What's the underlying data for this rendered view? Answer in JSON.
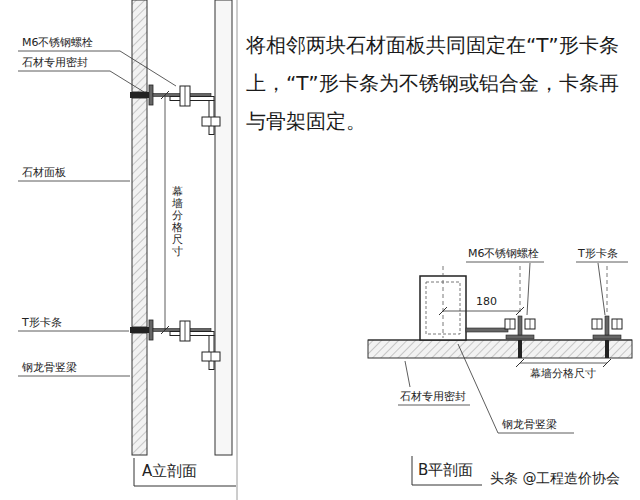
{
  "diagram": {
    "labels": [
      "M6不锈钢螺栓",
      "石材专用密封",
      "石材面板",
      "幕墙分格尺寸",
      "T形卡条",
      "钢龙骨竖梁",
      "A立剖面",
      "将相邻两块石材面板共同固定在“T”形卡条上，“T”形卡条为不锈钢或铝合金，卡条再与骨架固定。",
      "M6不锈钢螺栓",
      "180",
      "T形卡条",
      "幕墙分格尺寸",
      "石材专用密封",
      "钢龙骨竖梁",
      "B平剖面",
      "头条 @工程造价协会"
    ]
  }
}
